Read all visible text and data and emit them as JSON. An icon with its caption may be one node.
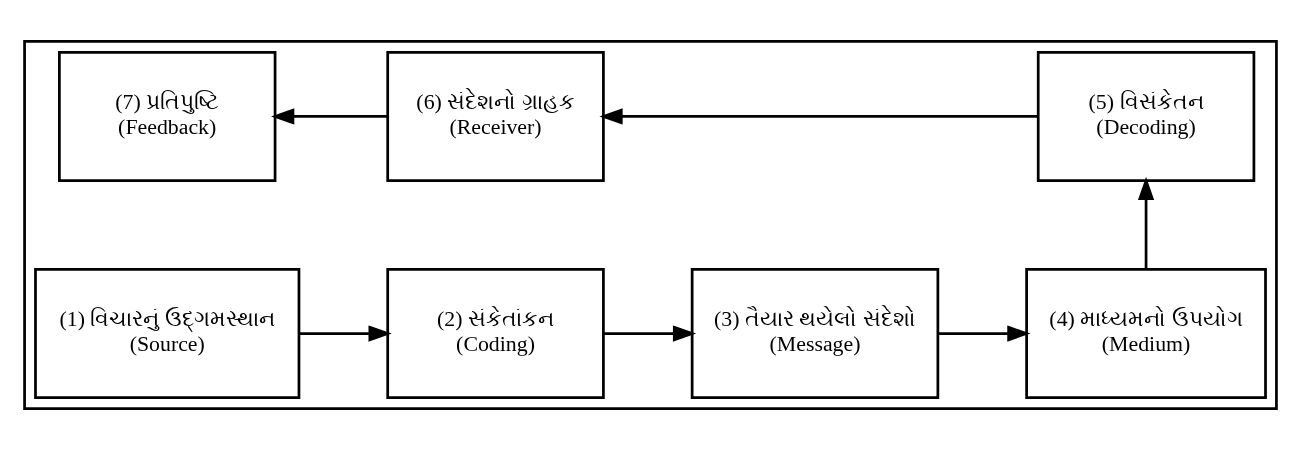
{
  "diagram": {
    "nodes": [
      {
        "text": [],
        "shape": "box"
      },
      {
        "text": [
          "(1) વિચારનું ઉદ્ગમસ્થાન",
          "(Source)"
        ],
        "in": 0
      },
      {
        "text": [
          "(2) સંકેતાંકન",
          "(Coding)"
        ],
        "in": 0
      },
      {
        "text": [
          "(3) તૈયાર થયેલો સંદેશો",
          "(Message)"
        ],
        "in": 0
      },
      {
        "text": [
          "(4) માધ્યમનો ઉપયોગ",
          "(Medium)"
        ],
        "in": 0
      },
      {
        "text": [
          "(5) વિસંકેતન",
          "(Decoding)"
        ],
        "in": 0
      },
      {
        "text": [
          "(6) સંદેશનો ગ્રાહક",
          "(Receiver)"
        ],
        "in": 0
      },
      {
        "text": [
          "(7) પ્રતિપુષ્ટિ",
          "(Feedback)"
        ],
        "in": 0
      }
    ],
    "edges": [
      {
        "from": 1,
        "to": 2,
        "arrow": "to"
      },
      {
        "from": 2,
        "to": 3,
        "arrow": "to"
      },
      {
        "from": 3,
        "to": 4,
        "arrow": "to"
      },
      {
        "from": 4,
        "to": 5,
        "arrow": "to"
      },
      {
        "from": 5,
        "to": 6,
        "arrow": "to"
      },
      {
        "from": 6,
        "to": 7,
        "arrow": "to"
      }
    ]
  }
}
